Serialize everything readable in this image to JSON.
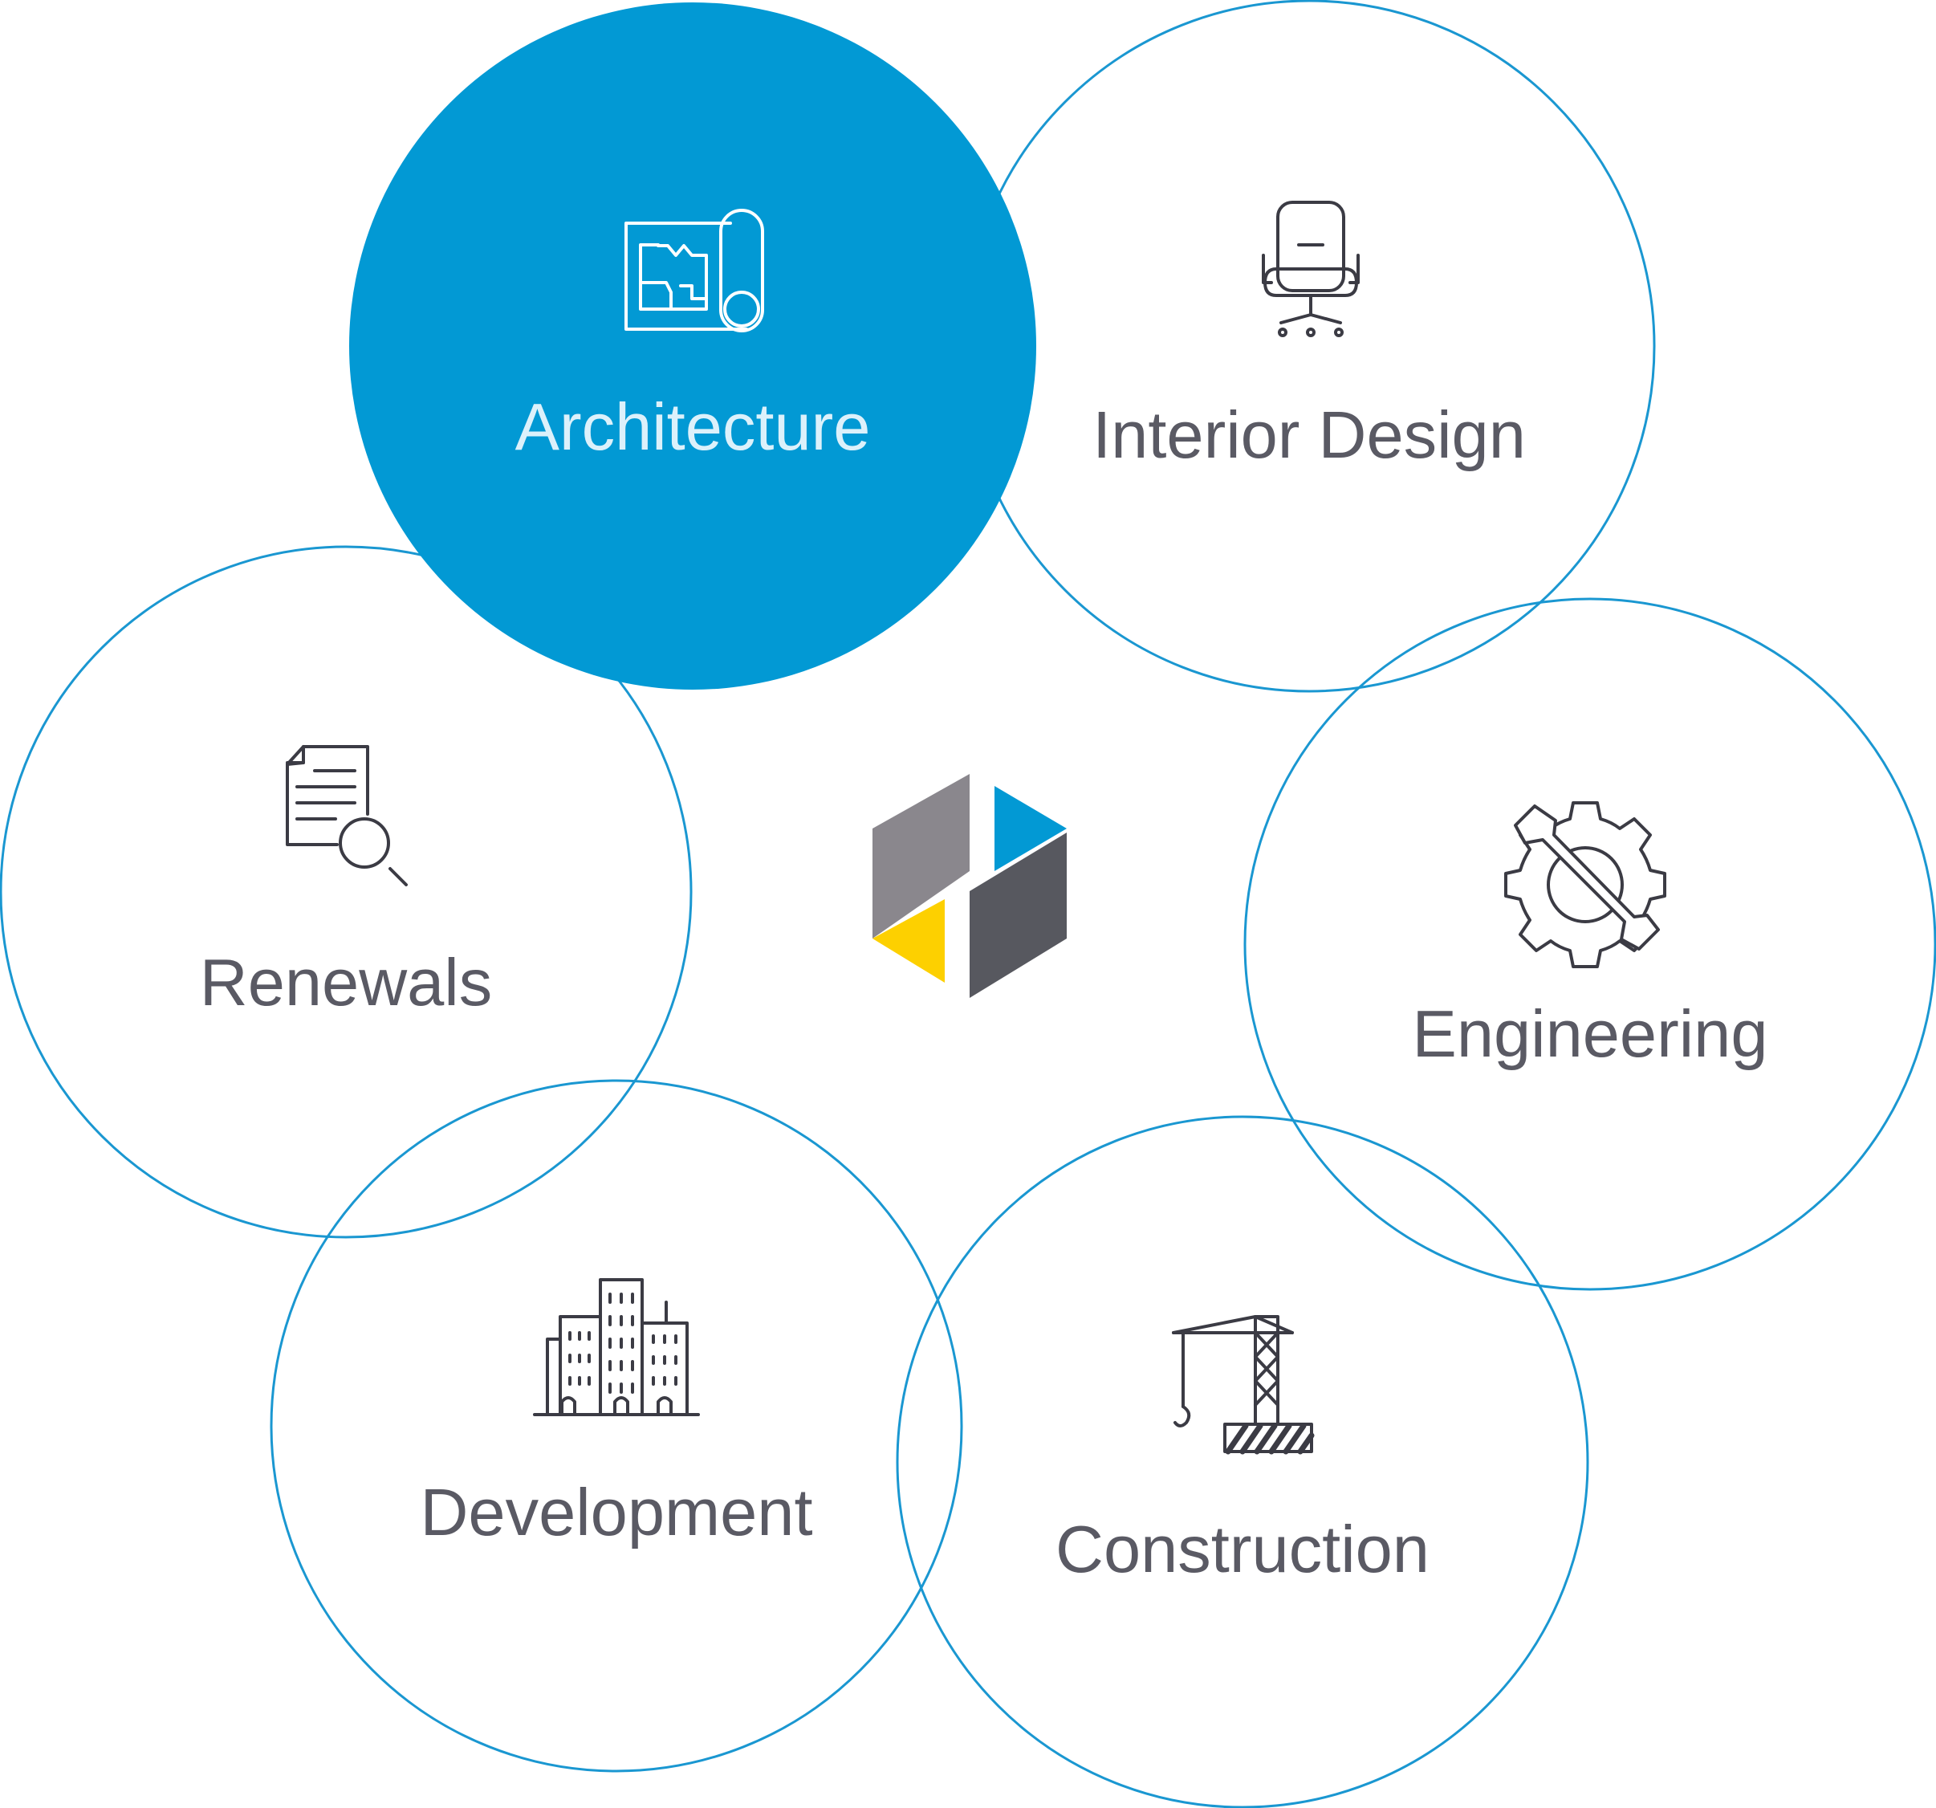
{
  "nodes": {
    "architecture": {
      "label": "Architecture",
      "icon": "blueprint-icon",
      "active": true
    },
    "interior_design": {
      "label": "Interior Design",
      "icon": "office-chair-icon",
      "active": false
    },
    "renewals": {
      "label": "Renewals",
      "icon": "document-search-icon",
      "active": false
    },
    "engineering": {
      "label": "Engineering",
      "icon": "gear-wrench-icon",
      "active": false
    },
    "development": {
      "label": "Development",
      "icon": "city-buildings-icon",
      "active": false
    },
    "construction": {
      "label": "Construction",
      "icon": "crane-icon",
      "active": false
    }
  },
  "center_logo": {
    "icon": "hexagon-logo-icon"
  },
  "colors": {
    "accent_blue": "#0299d4",
    "ring_blue": "#1a97d1",
    "label_gray": "#5a5a64",
    "active_label": "#dcf1fb",
    "logo_gray_light": "#8a878d",
    "logo_gray_dark": "#57585f",
    "logo_yellow": "#fdd000"
  }
}
